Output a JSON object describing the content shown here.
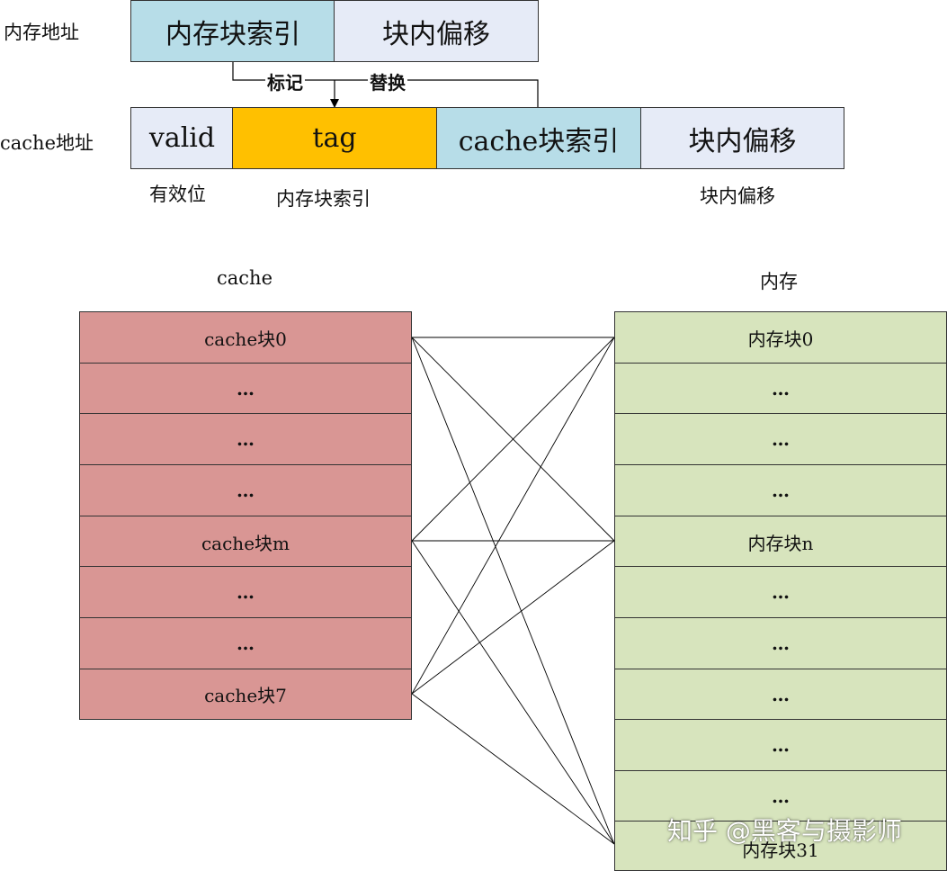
{
  "top_row": {
    "row_label": "内存地址",
    "field1": "内存块索引",
    "field2": "块内偏移"
  },
  "connector": {
    "mark_label": "标记",
    "replace_label": "替换"
  },
  "cache_row": {
    "row_label": "cache地址",
    "valid": "valid",
    "tag": "tag",
    "index": "cache块索引",
    "offset": "块内偏移"
  },
  "cache_row_captions": {
    "valid": "有效位",
    "tag": "内存块索引",
    "offset": "块内偏移"
  },
  "cache_table": {
    "title": "cache",
    "rows": [
      "cache块0",
      "…",
      "…",
      "…",
      "cache块m",
      "…",
      "…",
      "cache块7"
    ]
  },
  "memory_table": {
    "title": "内存",
    "rows": [
      "内存块0",
      "…",
      "…",
      "…",
      "内存块n",
      "…",
      "…",
      "…",
      "…",
      "…",
      "内存块31"
    ]
  },
  "watermark": "知乎 @黑客与摄影师",
  "colors": {
    "light_blue": "#b7dde8",
    "pale_blue": "#e6ebf7",
    "orange": "#ffc000",
    "cache_red": "#d99694",
    "memory_green": "#d7e4bd"
  }
}
